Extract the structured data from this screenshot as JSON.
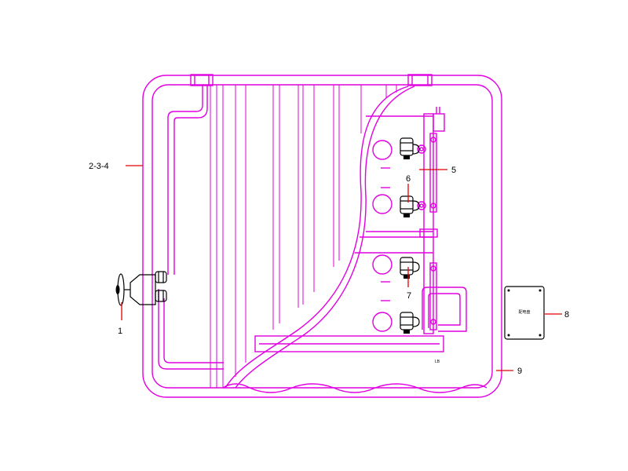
{
  "callouts": {
    "c1": "1",
    "c234": "2-3-4",
    "c5": "5",
    "c6": "6",
    "c7": "7",
    "c8": "8",
    "c9": "9"
  },
  "control_box_text": "配电盘",
  "corner_mark": "LB",
  "colors": {
    "outline": "#e100e1",
    "leader": "#e00000",
    "component": "#000000"
  }
}
